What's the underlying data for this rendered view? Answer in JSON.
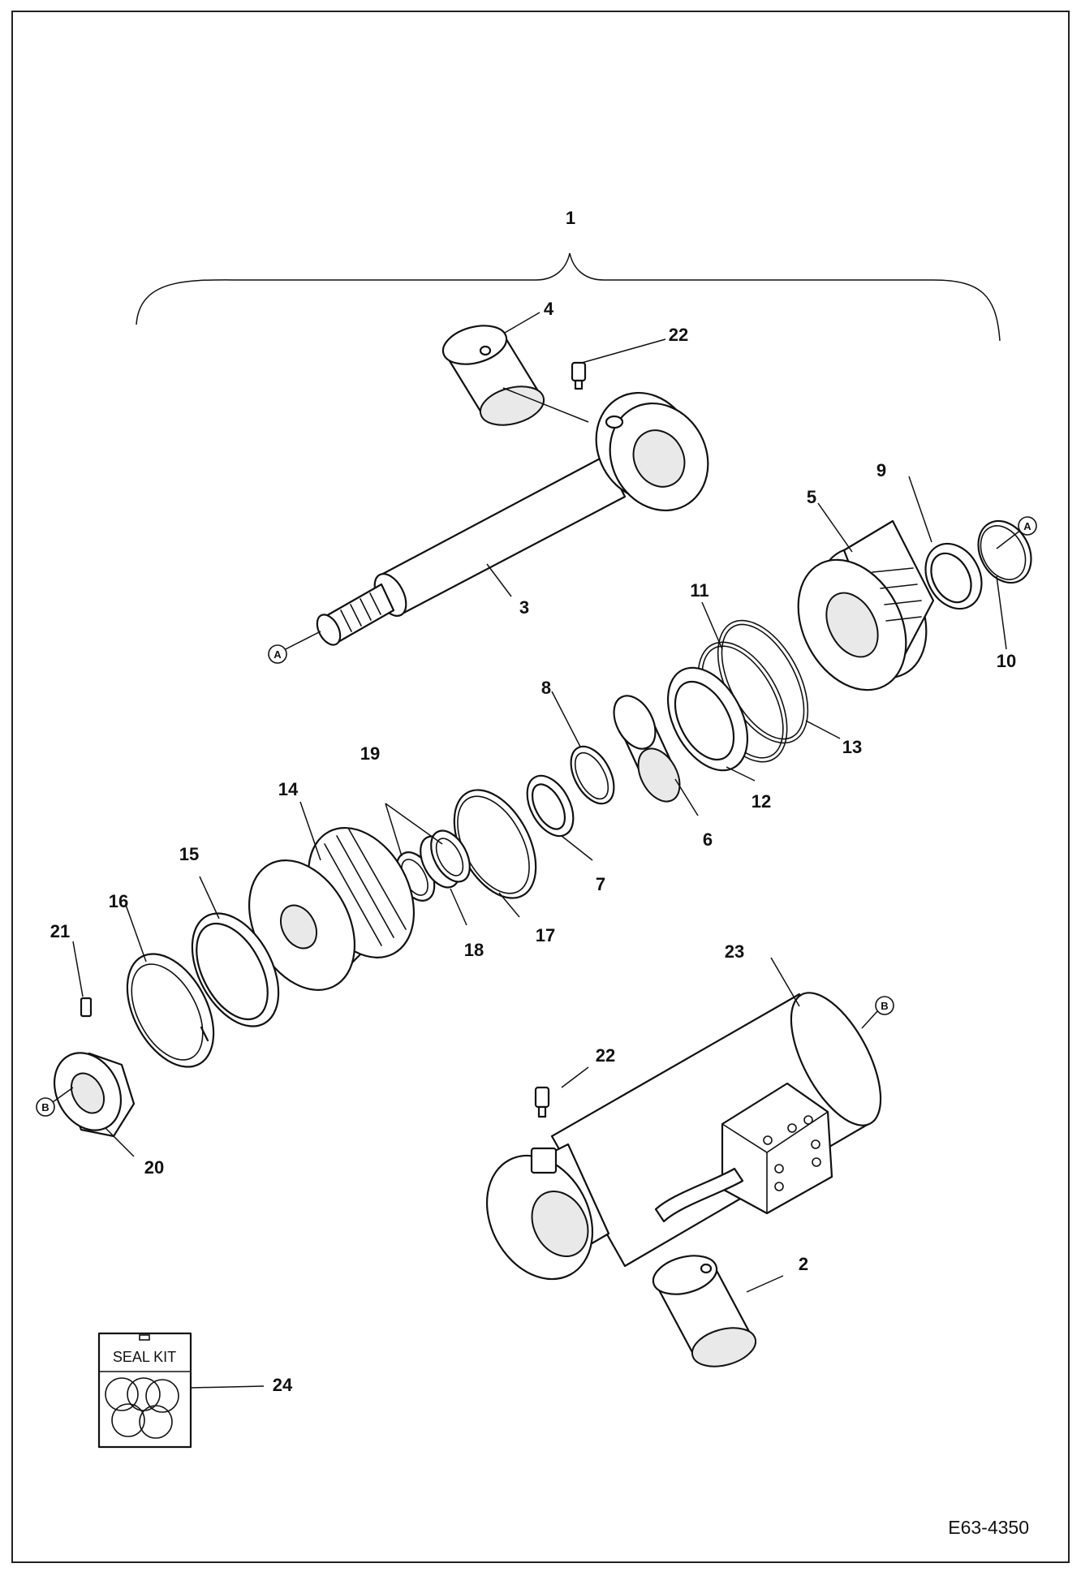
{
  "diagram": {
    "drawing_number": "E63-4350",
    "seal_kit_label": "SEAL KIT",
    "callouts": [
      "1",
      "2",
      "3",
      "4",
      "5",
      "6",
      "7",
      "8",
      "9",
      "10",
      "11",
      "12",
      "13",
      "14",
      "15",
      "16",
      "17",
      "18",
      "19",
      "20",
      "21",
      "22",
      "22",
      "23",
      "24"
    ],
    "reference_markers": [
      "A",
      "A",
      "B",
      "B"
    ]
  }
}
